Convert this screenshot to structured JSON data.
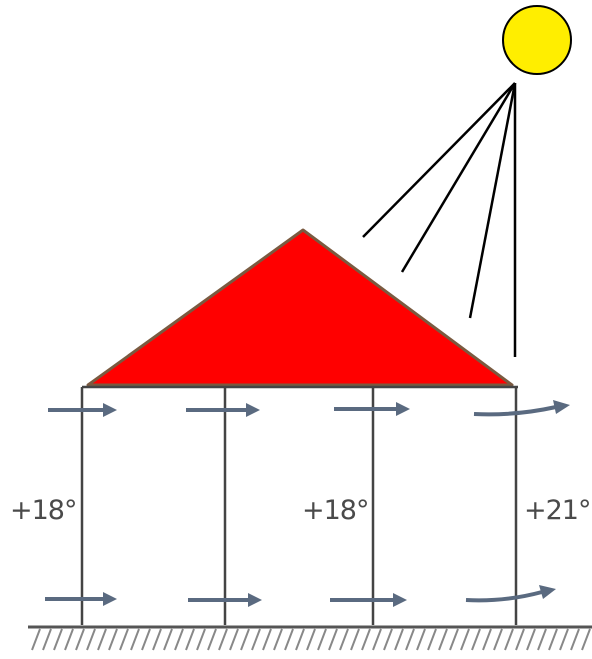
{
  "labels": {
    "temp_left": "+18°",
    "temp_middle": "+18°",
    "temp_right": "+21°"
  },
  "colors": {
    "sun_fill": "#ffee00",
    "roof_fill": "#ff0000",
    "line": "#000000",
    "arrow": "#5a6a80",
    "ground_hatch": "#888888",
    "label_text": "#4a4a4a"
  },
  "icons": {
    "sun": "sun-icon",
    "airflow": "arrow-right-icon"
  }
}
